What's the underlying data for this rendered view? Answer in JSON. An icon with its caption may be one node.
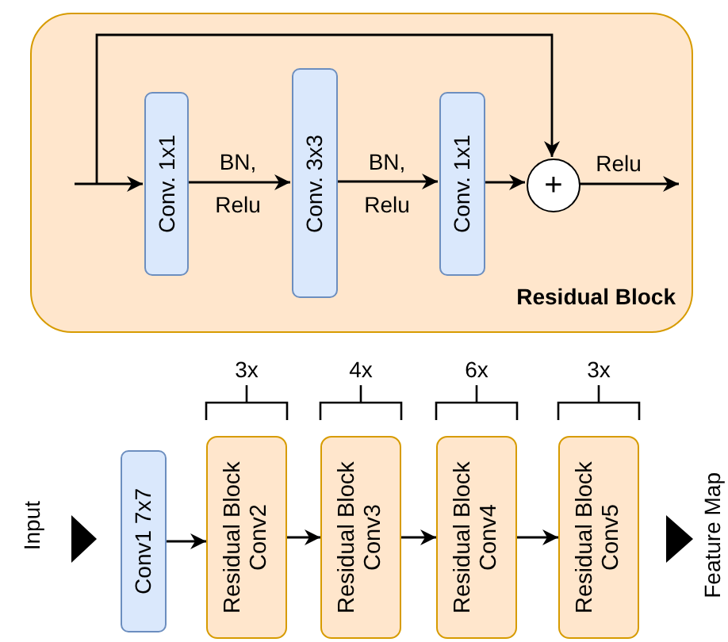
{
  "diagram": {
    "nodes": [
      {
        "text": [
          "Residual Block"
        ]
      },
      {
        "text": [
          "Conv. 1x1"
        ],
        "in": 0
      },
      {
        "text": [
          "Conv. 3x3"
        ],
        "in": 0
      },
      {
        "text": [
          "Conv. 1x1"
        ],
        "in": 0
      },
      {
        "text": [
          "+"
        ],
        "in": 0
      },
      {
        "text": [
          "Conv1 7x7"
        ]
      },
      {
        "text": [
          "Residual Block Conv2"
        ],
        "beside": [
          "3x"
        ]
      },
      {
        "text": [
          "Residual Block Conv3"
        ],
        "beside": [
          "4x"
        ]
      },
      {
        "text": [
          "Residual Block Conv4"
        ],
        "beside": [
          "6x"
        ]
      },
      {
        "text": [
          "Residual Block Conv5"
        ],
        "beside": [
          "3x"
        ]
      }
    ],
    "edges": [
      {
        "from": null,
        "to": 1,
        "arrow": "to"
      },
      {
        "from": null,
        "to": 4,
        "arrow": "to"
      },
      {
        "from": 1,
        "to": 2,
        "arrow": "to",
        "label": "BN, Relu"
      },
      {
        "from": 2,
        "to": 3,
        "arrow": "to",
        "label": "BN, Relu"
      },
      {
        "from": 3,
        "to": 4,
        "arrow": "to"
      },
      {
        "from": 4,
        "to": null,
        "arrow": "to",
        "label": "Relu"
      },
      {
        "from": 5,
        "to": 6,
        "arrow": "to"
      },
      {
        "from": 6,
        "to": 7,
        "arrow": "to"
      },
      {
        "from": 7,
        "to": 8,
        "arrow": "to"
      },
      {
        "from": 8,
        "to": 9,
        "arrow": "to"
      }
    ],
    "labels": [
      "Input",
      "Feature Map"
    ]
  }
}
